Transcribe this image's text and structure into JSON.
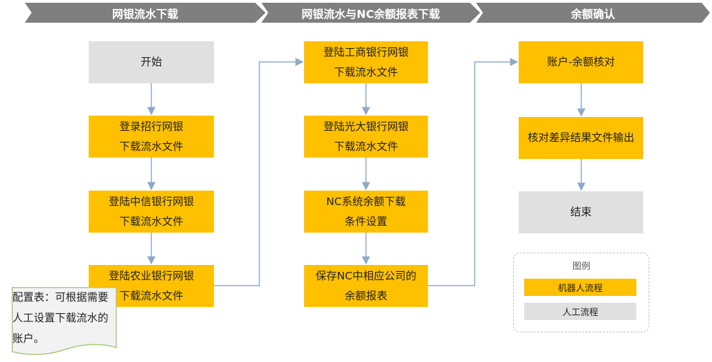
{
  "stages": [
    "网银流水下载",
    "网银流水与NC余额报表下载",
    "余额确认"
  ],
  "col1": [
    {
      "lines": [
        "开始"
      ],
      "type": "manual"
    },
    {
      "lines": [
        "登录招行网银",
        "下载流水文件"
      ],
      "type": "robot"
    },
    {
      "lines": [
        "登陆中信银行网银",
        "下载流水文件"
      ],
      "type": "robot"
    },
    {
      "lines": [
        "登陆农业银行网银",
        "下载流水文件"
      ],
      "type": "robot"
    }
  ],
  "col2": [
    {
      "lines": [
        "登陆工商银行网银",
        "下载流水文件"
      ],
      "type": "robot"
    },
    {
      "lines": [
        "登陆光大银行网银",
        "下载流水文件"
      ],
      "type": "robot"
    },
    {
      "lines": [
        "NC系统余额下载",
        "条件设置"
      ],
      "type": "robot"
    },
    {
      "lines": [
        "保存NC中相应公司的",
        "余额报表"
      ],
      "type": "robot"
    }
  ],
  "col3": [
    {
      "lines": [
        "账户-余额核对"
      ],
      "type": "robot"
    },
    {
      "lines": [
        "核对差异结果文件输出"
      ],
      "type": "robot"
    },
    {
      "lines": [
        "结束"
      ],
      "type": "manual"
    }
  ],
  "legend": {
    "title": "图例",
    "robot": "机器人流程",
    "manual": "人工流程"
  },
  "note": "配置表：可根据需要人工设置下载流水的账户。",
  "colors": {
    "robot": "#ffc000",
    "manual": "#e0e0e0",
    "stage": "#7f7f7f",
    "connector": "#8ea9c8"
  }
}
